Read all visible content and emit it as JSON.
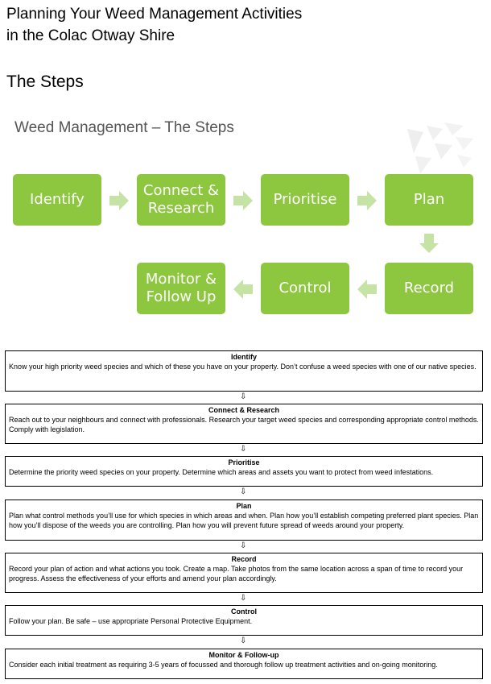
{
  "document": {
    "title_line1": "Planning Your Weed Management Activities",
    "title_line2": "in the Colac Otway Shire",
    "heading": "The Steps"
  },
  "diagram": {
    "title": "Weed Management – The Steps",
    "box_color": "#8dc63f",
    "arrow_color": "#c6e3a6",
    "boxes": [
      {
        "line1": "Identify",
        "line2": ""
      },
      {
        "line1": "Connect &",
        "line2": "Research"
      },
      {
        "line1": "Prioritise",
        "line2": ""
      },
      {
        "line1": "Plan",
        "line2": ""
      },
      {
        "line1": "Record",
        "line2": ""
      },
      {
        "line1": "Control",
        "line2": ""
      },
      {
        "line1": "Monitor &",
        "line2": "Follow Up"
      }
    ]
  },
  "arrow_symbol": "⇩",
  "steps": [
    {
      "title": "Identify",
      "text": "Know your high priority weed species and which of these you have on your property. Don’t confuse a weed species with one of our native species."
    },
    {
      "title": "Connect & Research",
      "text": "Reach out to your neighbours and connect with professionals. Research your target weed species and corresponding appropriate control methods. Comply with legislation."
    },
    {
      "title": "Prioritise",
      "text": "Determine the priority weed species on your property. Determine which areas and assets you want to protect from weed infestations."
    },
    {
      "title": "Plan",
      "text": "Plan what control methods you’ll use for which species in which areas and when. Plan how you’ll establish competing preferred plant species. Plan how you’ll dispose of the weeds you are controlling. Plan how you will prevent future spread of weeds around your property."
    },
    {
      "title": "Record",
      "text": "Record your plan of action and what actions you took. Create a map. Take photos from the same location across a span of time to record your progress. Assess the effectiveness of your efforts and amend your plan accordingly."
    },
    {
      "title": "Control",
      "text": "Follow your plan. Be safe – use appropriate Personal Protective Equipment."
    },
    {
      "title": "Monitor & Follow-up",
      "text": "Consider each initial treatment as requiring 3-5 years of focussed and thorough follow up treatment activities and on-going monitoring."
    }
  ]
}
